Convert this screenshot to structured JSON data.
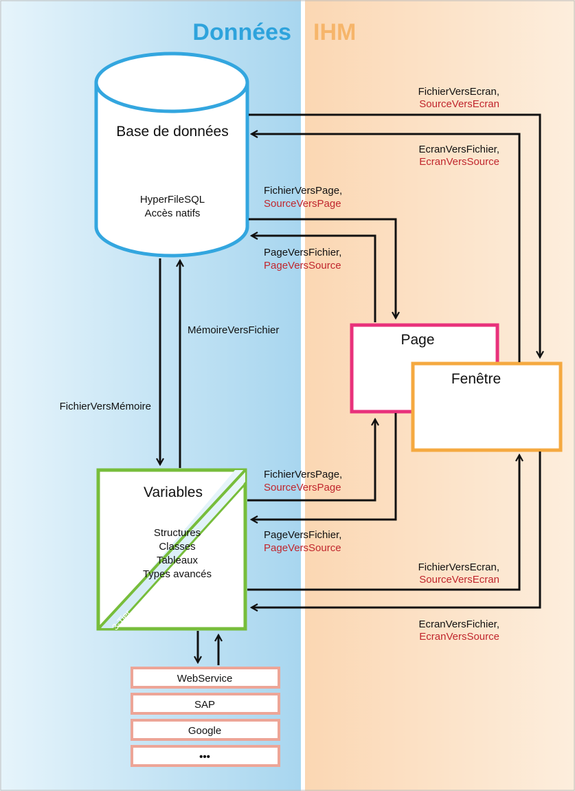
{
  "headers": {
    "data": "Données",
    "ihm": "IHM"
  },
  "colors": {
    "data_header": "#2ea3dc",
    "ihm_header": "#f6b56a",
    "database": "#33a6df",
    "page": "#e8317b",
    "window": "#f5a940",
    "variables": "#77bd3b",
    "source": "#eda597",
    "red_text": "#c0262d"
  },
  "database": {
    "title": "Base de données",
    "line1": "HyperFileSQL",
    "line2": "Accès natifs"
  },
  "page_box": {
    "title": "Page"
  },
  "window_box": {
    "title": "Fenêtre"
  },
  "variables": {
    "title": "Variables",
    "lines": [
      "Structures",
      "Classes",
      "Tableaux",
      "Types avancés"
    ],
    "badge": "3-Tier"
  },
  "sources": [
    "WebService",
    "SAP",
    "Google",
    "•••"
  ],
  "labels": {
    "db_to_screen": {
      "black": "FichierVersEcran,",
      "red": "SourceVersEcran"
    },
    "screen_to_db": {
      "black": "EcranVersFichier,",
      "red": "EcranVersSource"
    },
    "db_to_page": {
      "black": "FichierVersPage,",
      "red": "SourceVersPage"
    },
    "page_to_db": {
      "black": "PageVersFichier,",
      "red": "PageVersSource"
    },
    "mem_to_db": "MémoireVersFichier",
    "db_to_mem": "FichierVersMémoire",
    "var_to_page": {
      "black": "FichierVersPage,",
      "red": "SourceVersPage"
    },
    "page_to_var": {
      "black": "PageVersFichier,",
      "red": "PageVersSource"
    },
    "var_to_screen": {
      "black": "FichierVersEcran,",
      "red": "SourceVersEcran"
    },
    "screen_to_var": {
      "black": "EcranVersFichier,",
      "red": "EcranVersSource"
    }
  }
}
